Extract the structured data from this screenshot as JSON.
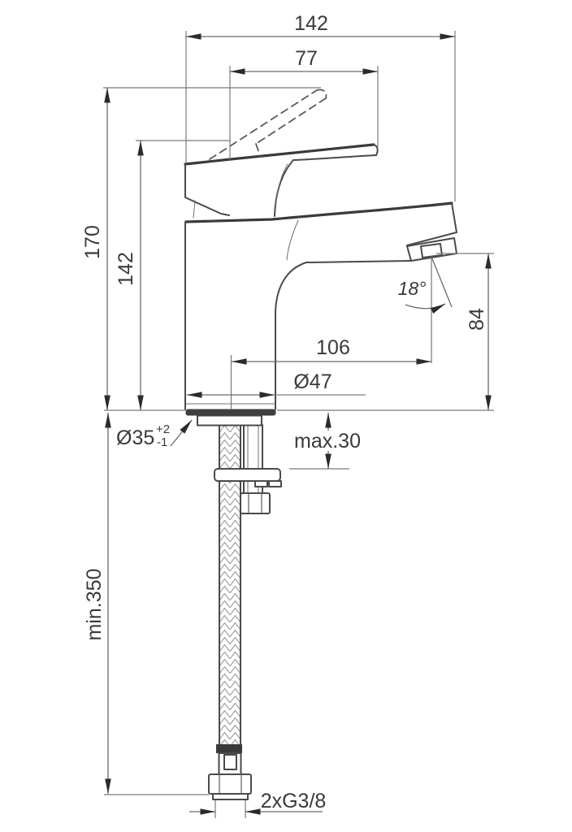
{
  "drawing": {
    "kind": "faucet-installation-dimension-drawing",
    "background": "#ffffff",
    "line_color": "#4a4a4a",
    "text_color": "#3a3a3a",
    "dims": {
      "total_width": "142",
      "handle_projection": "77",
      "total_height": "170",
      "body_height": "142",
      "spout_reach": "106",
      "body_diameter": "Ø47",
      "spout_angle": "18°",
      "spout_outlet_height": "84",
      "hole_diameter": "Ø35",
      "hole_tolerance_plus": "+2",
      "hole_tolerance_minus": "-1",
      "max_deck_thickness": "max.30",
      "min_hose_length": "min.350",
      "connection_thread": "2xG3/8"
    }
  }
}
